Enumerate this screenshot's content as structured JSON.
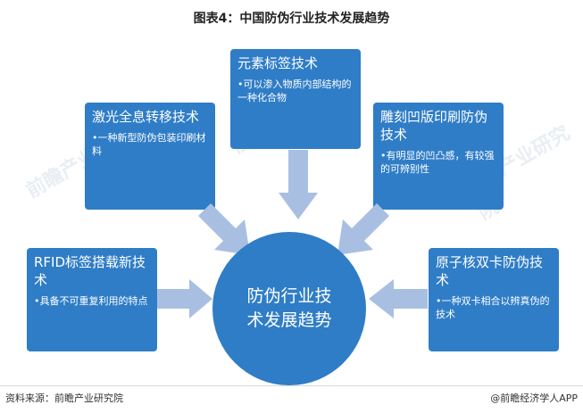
{
  "title": "图表4：中国防伪行业技术发展趋势",
  "center": "防伪行业技术发展趋势",
  "boxes": {
    "top": {
      "title": "元素标签技术",
      "desc": "•可以渗入物质内部结构的一种化合物"
    },
    "top_left": {
      "title": "激光全息转移技术",
      "desc": "•一种新型防伪包装印刷材料"
    },
    "top_right": {
      "title": "雕刻凹版印刷防伪技术",
      "desc": "•有明显的凹凸感，有较强的可辨别性"
    },
    "bottom_left": {
      "title": "RFID标签搭载新技术",
      "desc": "•具备不可重复利用的特点"
    },
    "bottom_right": {
      "title": "原子核双卡防伪技术",
      "desc": "•一种双卡相合以辨真伪的技术"
    }
  },
  "footer": {
    "source": "资料来源：前瞻产业研究院",
    "brand": "@前瞻经济学人APP"
  },
  "colors": {
    "box": "#2f7dc6",
    "arrow": "#a9bfe2"
  }
}
